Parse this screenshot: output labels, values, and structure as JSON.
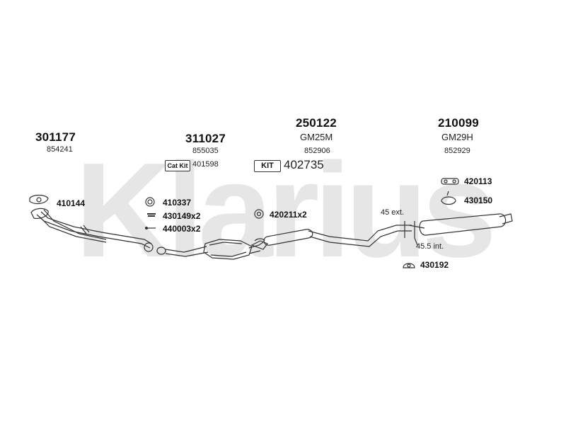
{
  "watermark": {
    "text": "Klarius",
    "color": "#e3e3e3"
  },
  "sections": [
    {
      "main_code": "301177",
      "sub_code": "854241"
    },
    {
      "main_code": "311027",
      "sub_code": "855035"
    },
    {
      "main_code": "250122",
      "alt_code": "GM25M",
      "sub_code": "852906"
    },
    {
      "main_code": "210099",
      "alt_code": "GM29H",
      "sub_code": "852929"
    }
  ],
  "cat_kit": {
    "label": "Cat Kit",
    "code": "401598"
  },
  "kit": {
    "label": "KIT",
    "code": "402735"
  },
  "parts": {
    "p410144": "410144",
    "p410337": "410337",
    "p430149": "430149x2",
    "p440003": "440003x2",
    "p420211": "420211x2",
    "p420113": "420113",
    "p430150": "430150",
    "p430192": "430192"
  },
  "dimensions": {
    "ext": "45 ext.",
    "int": "45.5 int."
  }
}
